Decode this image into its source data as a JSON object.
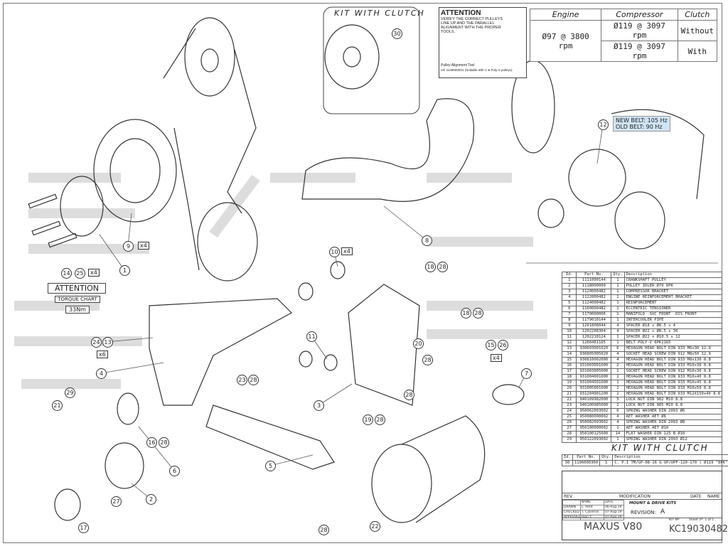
{
  "header_table": {
    "headers": [
      "Engine",
      "Compressor",
      "Clutch"
    ],
    "engine": "Ø97 @ 3800 rpm",
    "rows": [
      {
        "compressor": "Ø119 @ 3097 rpm",
        "clutch": "Without"
      },
      {
        "compressor": "Ø119 @ 3097 rpm",
        "clutch": "With"
      }
    ]
  },
  "attention_top": {
    "title": "ATTENTION",
    "text": "VERIFY THE CORRECT PULLEYS LINE UP AND THE PARALLEL ALIGNMENT WITH THE PROPER TOOLS.",
    "tool": "Pulley Alignment Tool",
    "ref": "ref: 1149000001 (Suitable with V & Poly-V pulleys)"
  },
  "kit_with_clutch_label": "KIT WITH CLUTCH",
  "attention_torque": {
    "title": "ATTENTION",
    "subtitle": "TORQUE CHART",
    "value": "33Nm"
  },
  "belt": {
    "new": "NEW BELT: 105 Hz",
    "old": "OLD BELT: 90 Hz"
  },
  "callouts": [
    "1",
    "2",
    "3",
    "4",
    "5",
    "6",
    "7",
    "8",
    "9",
    "10",
    "11",
    "12",
    "13",
    "24",
    "14",
    "25",
    "15",
    "26",
    "16",
    "28",
    "17",
    "18",
    "28",
    "18",
    "28",
    "19",
    "28",
    "20",
    "28",
    "21",
    "22",
    "28",
    "23",
    "28",
    "27",
    "29",
    "28",
    "30"
  ],
  "multipliers": [
    "x4",
    "x4",
    "x6",
    "x4",
    "x4"
  ],
  "parts_table": {
    "headers": [
      "Id.",
      "Part No.",
      "Qty.",
      "Description"
    ],
    "rows": [
      [
        "1",
        "1111000144",
        "1",
        "CRANKSHAFT PULLEY"
      ],
      [
        "2",
        "1118000000",
        "1",
        "PULLEY IDLER Ø70 6PK"
      ],
      [
        "3",
        "1120000482",
        "1",
        "COMPRESSOR BRACKET"
      ],
      [
        "4",
        "1122000482",
        "1",
        "ENGINE REINFORCEMENT BRACKET"
      ],
      [
        "5",
        "1124000482",
        "1",
        "REINFORCEMENT"
      ],
      [
        "6",
        "1160000482",
        "1",
        "ECCENTRIC TENSIONER"
      ],
      [
        "7",
        "1170000006",
        "1",
        "MANIFOLD -SUC FRONT -DIS FRONT"
      ],
      [
        "8",
        "1179010144",
        "1",
        "INTERCOOLER PIPE"
      ],
      [
        "9",
        "1201808044",
        "4",
        "SPACER Ø18 x Ø8.5 x 4"
      ],
      [
        "10",
        "1202208304",
        "4",
        "SPACER Ø22 x Ø8.5 x 30"
      ],
      [
        "11",
        "1202210124",
        "1",
        "SPACER Ø22 x Ø10.5 x 12"
      ],
      [
        "12",
        "1260401165",
        "1",
        "BELT POLY-V 6PK1165"
      ],
      [
        "13",
        "930603001020",
        "6",
        "HEXAGON HEAD BOLT DIN 933 M6x30 12.9"
      ],
      [
        "14",
        "930805005020",
        "4",
        "SOCKET HEAD SCREW DIN 912 M8x50 12.9"
      ],
      [
        "15",
        "930810002000",
        "4",
        "HEXAGON HEAD BOLT DIN 933 M8x130 8.8"
      ],
      [
        "16",
        "931003001000",
        "2",
        "HEXAGON HEAD BOLT DIN 933 M10x30 8.8"
      ],
      [
        "17",
        "931003005000",
        "1",
        "SOCKET HEAD SCREW DIN 912 M10x30 8.8"
      ],
      [
        "18",
        "931004001000",
        "2",
        "HEXAGON HEAD BOLT DIN 933 M10x40 8.8"
      ],
      [
        "19",
        "931004501000",
        "1",
        "HEXAGON HEAD BOLT DIN 933 M10x45 8.8"
      ],
      [
        "20",
        "931005001000",
        "2",
        "HEXAGON HEAD BOLT DIN 933 M10x50 8.8"
      ],
      [
        "21",
        "931204001200",
        "1",
        "HEXAGON HEAD BOLT DIN 933 M12X150x40 8.8"
      ],
      [
        "22",
        "940109982000",
        "5",
        "LOCK NUT DIN 982 M10 8.8"
      ],
      [
        "23",
        "940100985000",
        "2",
        "LOCK NUT DIN 985 M10 8.8"
      ],
      [
        "24",
        "950062093002",
        "6",
        "SPRING WASHER DIN 2093 Ø6"
      ],
      [
        "25",
        "950080000002",
        "4",
        "AET WASHER AET Ø8"
      ],
      [
        "26",
        "950082093002",
        "4",
        "SPRING WASHER DIN 2093 Ø8"
      ],
      [
        "27",
        "950100000002",
        "1",
        "AET WASHER AET Ø10"
      ],
      [
        "28",
        "950100125000",
        "14",
        "FLAT WASHER DIN 125 B Ø10"
      ],
      [
        "29",
        "950122093002",
        "1",
        "SPRING WASHER DIN 2093 Ø12"
      ]
    ]
  },
  "kit_table": {
    "title": "KIT WITH CLUTCH",
    "headers": [
      "Id.",
      "Part No.",
      "Qty.",
      "Description"
    ],
    "rows": [
      [
        "30",
        "1196000300",
        "1",
        "C. P.I TM/GP-08-16 & UP/UPF-120-170 | Ø119 \"8PK\""
      ]
    ]
  },
  "title_block": {
    "rev": "REV.",
    "modification": "MODIFICATION",
    "date": "DATE",
    "name": "NAME",
    "name_col": "NAME",
    "date_col": "DATE",
    "drawn": "DRAWN",
    "checked": "CHECKED",
    "approved": "APPROVED",
    "drawn_name": "L. Petit",
    "drawn_date": "06-Aug-19",
    "checked_name": "T. Caserlini",
    "checked_date": "07-Aug-19",
    "approved_name": "Jean Y.",
    "approved_date": "07-Aug-19",
    "category": "MOUNT & DRIVE KITS",
    "revision_label": "REVISION:",
    "revision": "A",
    "model": "MAXUS V80",
    "kit_no_label": "KIT Nº:",
    "sheet": "Sheet nº: 1 of 1",
    "kit_no": "KC19030482"
  }
}
